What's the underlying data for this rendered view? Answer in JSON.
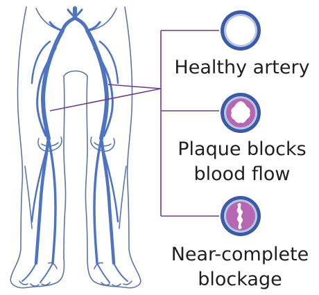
{
  "colors": {
    "outline": "#5a74a8",
    "artery": "#4e73c3",
    "connector": "#6b3a8e",
    "vessel_wall": "#3b5ba9",
    "vessel_inner_ring": "#b9c6e4",
    "plaque": "#b567b3",
    "lumen": "#ffffff"
  },
  "labels": {
    "healthy": "Healthy artery",
    "plaque_line1": "Plaque blocks",
    "plaque_line2": "blood flow",
    "near_line1": "Near-complete",
    "near_line2": "blockage"
  },
  "icons": {
    "healthy": "healthy-artery-cross-section-icon",
    "plaque": "plaque-artery-cross-section-icon",
    "near": "blocked-artery-cross-section-icon"
  }
}
